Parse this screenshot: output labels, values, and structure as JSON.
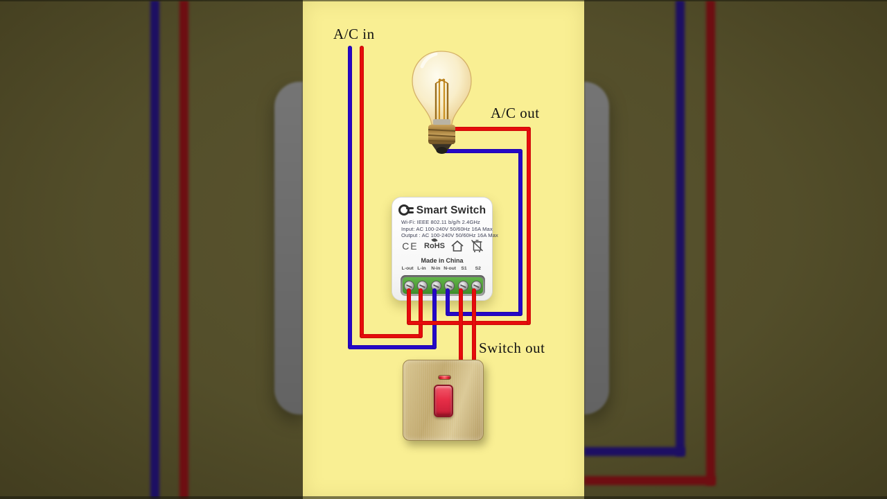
{
  "labels": {
    "ac_in": "A/C in",
    "ac_out": "A/C out",
    "switch_out": "Switch out"
  },
  "device": {
    "brand": "Smart Switch",
    "specs": [
      "Wi-Fi: IEEE 802.11 b/g/h  2.4GHz",
      "Input: AC 100-240V  50/60Hz 16A Max",
      "Output : AC 100-240V  50/60Hz 16A Max"
    ],
    "certifications": [
      "CE",
      "RoHS"
    ],
    "origin": "Made in China",
    "terminals": [
      "L-out",
      "L-in",
      "N-in",
      "N-out",
      "S1",
      "S2"
    ]
  },
  "wiring": {
    "connections": [
      {
        "from": "A/C in live",
        "to": "L-in",
        "color": "red"
      },
      {
        "from": "A/C in neutral",
        "to": "N-in",
        "color": "blue"
      },
      {
        "from": "L-out",
        "to": "lamp (A/C out live)",
        "color": "red"
      },
      {
        "from": "N-out",
        "to": "lamp (A/C out neutral)",
        "color": "blue"
      },
      {
        "from": "S1",
        "to": "wall switch",
        "color": "red"
      },
      {
        "from": "S2",
        "to": "wall switch",
        "color": "red"
      }
    ]
  },
  "colors": {
    "live_wire": "#e90c0c",
    "neutral_wire": "#2608c8",
    "panel_background": "#f9ef93",
    "backdrop": "#534e2a",
    "terminal_block": "#4f9e35",
    "switch_plate": "#c9b37c",
    "rocker": "#e72e47"
  }
}
